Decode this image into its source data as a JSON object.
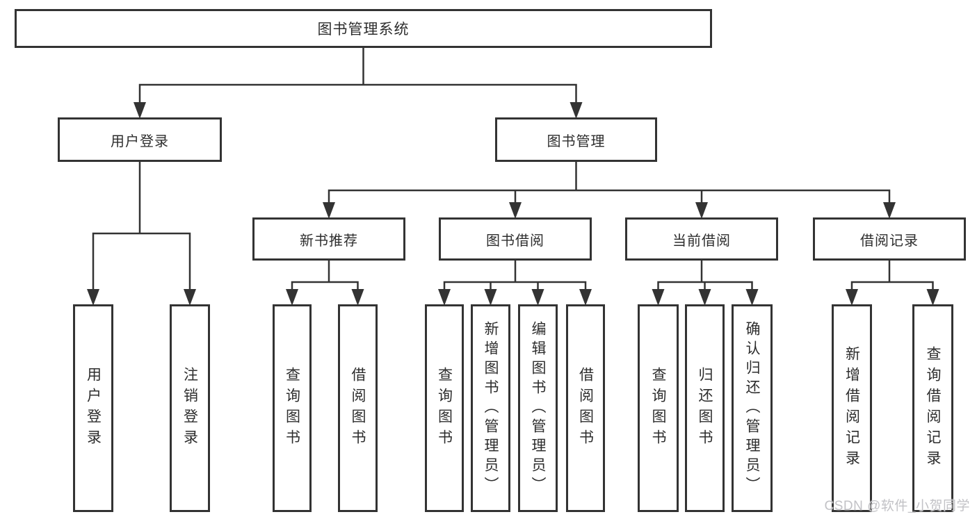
{
  "colors": {
    "line": "#333333",
    "box_border": "#333333",
    "text": "#2d2d2d",
    "background": "#ffffff",
    "watermark": "#c2c2c6"
  },
  "watermark": "CSDN @软件_小贺同学",
  "diagram": {
    "root": {
      "label": "图书管理系统"
    },
    "branches": [
      {
        "label": "用户登录",
        "children": [
          {
            "label": "用户登录"
          },
          {
            "label": "注销登录"
          }
        ]
      },
      {
        "label": "图书管理",
        "groups": [
          {
            "label": "新书推荐",
            "children": [
              {
                "label": "查询图书"
              },
              {
                "label": "借阅图书"
              }
            ]
          },
          {
            "label": "图书借阅",
            "children": [
              {
                "label": "查询图书"
              },
              {
                "label": "新增图书（管理员）"
              },
              {
                "label": "编辑图书（管理员）"
              },
              {
                "label": "借阅图书"
              }
            ]
          },
          {
            "label": "当前借阅",
            "children": [
              {
                "label": "查询图书"
              },
              {
                "label": "归还图书"
              },
              {
                "label": "确认归还（管理员）"
              }
            ]
          },
          {
            "label": "借阅记录",
            "children": [
              {
                "label": "新增借阅记录"
              },
              {
                "label": "查询借阅记录"
              }
            ]
          }
        ]
      }
    ]
  }
}
